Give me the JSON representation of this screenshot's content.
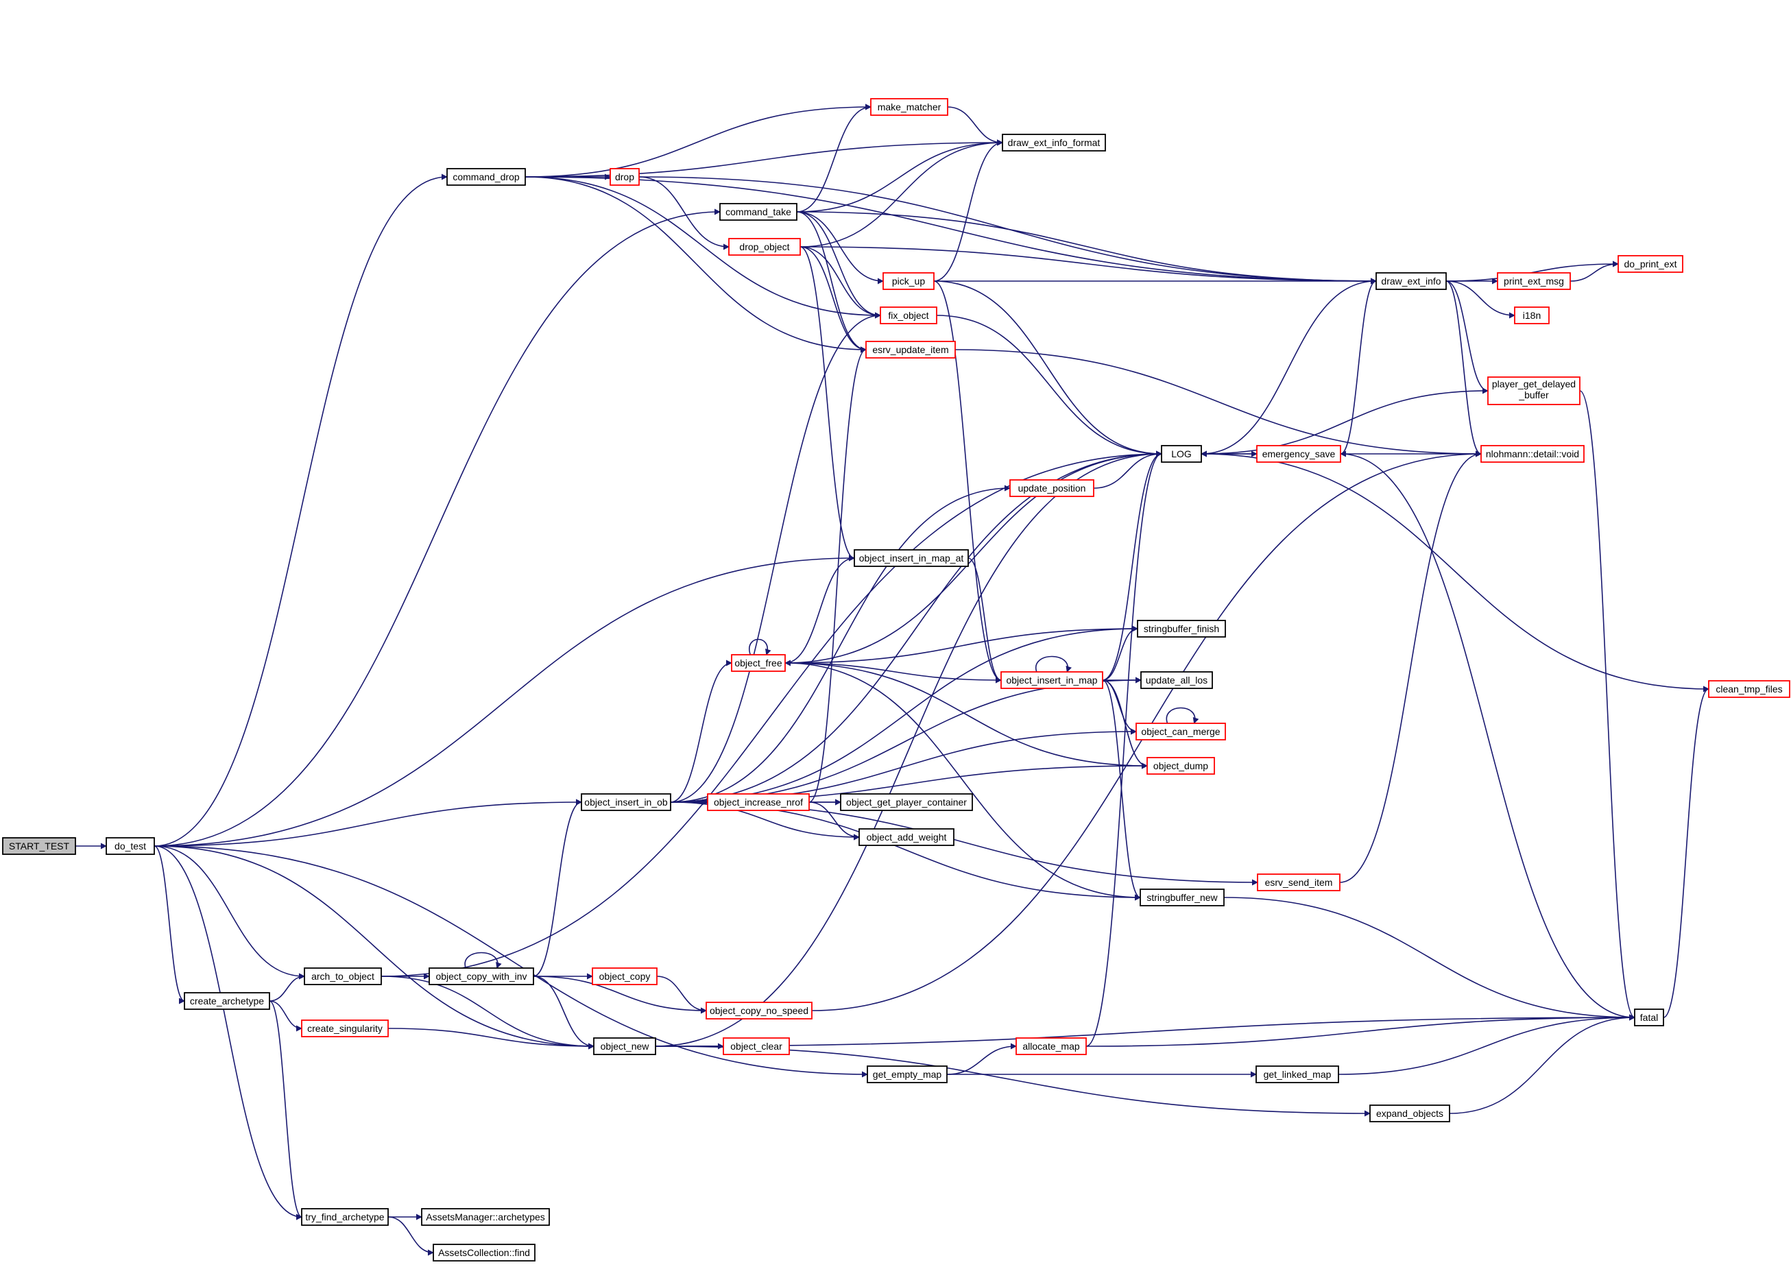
{
  "graph": {
    "arrow_color": "#191970",
    "nodes": [
      {
        "id": "start_test",
        "label": "START_TEST",
        "border": "black",
        "fill": "#bfbfbf"
      },
      {
        "id": "do_test",
        "label": "do_test",
        "border": "black"
      },
      {
        "id": "command_drop",
        "label": "command_drop",
        "border": "black"
      },
      {
        "id": "drop",
        "label": "drop",
        "border": "red"
      },
      {
        "id": "make_matcher",
        "label": "make_matcher",
        "border": "red"
      },
      {
        "id": "draw_ext_info_format",
        "label": "draw_ext_info_format",
        "border": "black"
      },
      {
        "id": "command_take",
        "label": "command_take",
        "border": "black"
      },
      {
        "id": "drop_object",
        "label": "drop_object",
        "border": "red"
      },
      {
        "id": "pick_up",
        "label": "pick_up",
        "border": "red"
      },
      {
        "id": "fix_object",
        "label": "fix_object",
        "border": "red"
      },
      {
        "id": "esrv_update_item",
        "label": "esrv_update_item",
        "border": "red"
      },
      {
        "id": "draw_ext_info",
        "label": "draw_ext_info",
        "border": "black"
      },
      {
        "id": "print_ext_msg",
        "label": "print_ext_msg",
        "border": "red"
      },
      {
        "id": "do_print_ext",
        "label": "do_print_ext",
        "border": "red"
      },
      {
        "id": "i18n",
        "label": "i18n",
        "border": "red"
      },
      {
        "id": "player_get_delayed_buffer",
        "label": "player_get_delayed\n_buffer",
        "border": "red"
      },
      {
        "id": "log",
        "label": "LOG",
        "border": "black"
      },
      {
        "id": "emergency_save",
        "label": "emergency_save",
        "border": "red"
      },
      {
        "id": "nlohmann_void",
        "label": "nlohmann::detail::void",
        "border": "red"
      },
      {
        "id": "update_position",
        "label": "update_position",
        "border": "red"
      },
      {
        "id": "object_insert_in_map_at",
        "label": "object_insert_in_map_at",
        "border": "black"
      },
      {
        "id": "stringbuffer_finish",
        "label": "stringbuffer_finish",
        "border": "black"
      },
      {
        "id": "object_free",
        "label": "object_free",
        "border": "red"
      },
      {
        "id": "object_insert_in_map",
        "label": "object_insert_in_map",
        "border": "red"
      },
      {
        "id": "update_all_los",
        "label": "update_all_los",
        "border": "black"
      },
      {
        "id": "object_can_merge",
        "label": "object_can_merge",
        "border": "red"
      },
      {
        "id": "object_dump",
        "label": "object_dump",
        "border": "red"
      },
      {
        "id": "clean_tmp_files",
        "label": "clean_tmp_files",
        "border": "red"
      },
      {
        "id": "object_insert_in_ob",
        "label": "object_insert_in_ob",
        "border": "black"
      },
      {
        "id": "object_increase_nrof",
        "label": "object_increase_nrof",
        "border": "red"
      },
      {
        "id": "object_get_player_container",
        "label": "object_get_player_container",
        "border": "black"
      },
      {
        "id": "object_add_weight",
        "label": "object_add_weight",
        "border": "black"
      },
      {
        "id": "esrv_send_item",
        "label": "esrv_send_item",
        "border": "red"
      },
      {
        "id": "stringbuffer_new",
        "label": "stringbuffer_new",
        "border": "black"
      },
      {
        "id": "arch_to_object",
        "label": "arch_to_object",
        "border": "black"
      },
      {
        "id": "object_copy_with_inv",
        "label": "object_copy_with_inv",
        "border": "black"
      },
      {
        "id": "object_copy",
        "label": "object_copy",
        "border": "red"
      },
      {
        "id": "object_copy_no_speed",
        "label": "object_copy_no_speed",
        "border": "red"
      },
      {
        "id": "create_archetype",
        "label": "create_archetype",
        "border": "black"
      },
      {
        "id": "create_singularity",
        "label": "create_singularity",
        "border": "red"
      },
      {
        "id": "object_new",
        "label": "object_new",
        "border": "black"
      },
      {
        "id": "object_clear",
        "label": "object_clear",
        "border": "red"
      },
      {
        "id": "fatal",
        "label": "fatal",
        "border": "black"
      },
      {
        "id": "allocate_map",
        "label": "allocate_map",
        "border": "red"
      },
      {
        "id": "get_empty_map",
        "label": "get_empty_map",
        "border": "black"
      },
      {
        "id": "get_linked_map",
        "label": "get_linked_map",
        "border": "black"
      },
      {
        "id": "expand_objects",
        "label": "expand_objects",
        "border": "black"
      },
      {
        "id": "try_find_archetype",
        "label": "try_find_archetype",
        "border": "black"
      },
      {
        "id": "assets_manager_archetypes",
        "label": "AssetsManager::archetypes",
        "border": "black"
      },
      {
        "id": "assets_collection_find",
        "label": "AssetsCollection::find",
        "border": "black"
      }
    ],
    "edges": [
      [
        "start_test",
        "do_test"
      ],
      [
        "do_test",
        "command_drop"
      ],
      [
        "do_test",
        "command_take"
      ],
      [
        "do_test",
        "object_insert_in_map_at"
      ],
      [
        "do_test",
        "object_insert_in_ob"
      ],
      [
        "do_test",
        "arch_to_object"
      ],
      [
        "do_test",
        "create_archetype"
      ],
      [
        "do_test",
        "object_new"
      ],
      [
        "do_test",
        "get_empty_map"
      ],
      [
        "do_test",
        "try_find_archetype"
      ],
      [
        "command_drop",
        "drop"
      ],
      [
        "command_drop",
        "make_matcher"
      ],
      [
        "command_drop",
        "draw_ext_info_format"
      ],
      [
        "command_drop",
        "draw_ext_info"
      ],
      [
        "command_drop",
        "fix_object"
      ],
      [
        "command_drop",
        "esrv_update_item"
      ],
      [
        "drop",
        "draw_ext_info"
      ],
      [
        "drop",
        "drop_object"
      ],
      [
        "make_matcher",
        "draw_ext_info_format"
      ],
      [
        "command_take",
        "make_matcher"
      ],
      [
        "command_take",
        "draw_ext_info_format"
      ],
      [
        "command_take",
        "draw_ext_info"
      ],
      [
        "command_take",
        "pick_up"
      ],
      [
        "command_take",
        "fix_object"
      ],
      [
        "command_take",
        "esrv_update_item"
      ],
      [
        "drop_object",
        "draw_ext_info_format"
      ],
      [
        "drop_object",
        "draw_ext_info"
      ],
      [
        "drop_object",
        "fix_object"
      ],
      [
        "drop_object",
        "esrv_update_item"
      ],
      [
        "drop_object",
        "object_insert_in_map_at"
      ],
      [
        "pick_up",
        "draw_ext_info_format"
      ],
      [
        "pick_up",
        "draw_ext_info"
      ],
      [
        "pick_up",
        "log"
      ],
      [
        "pick_up",
        "object_insert_in_map"
      ],
      [
        "fix_object",
        "log"
      ],
      [
        "esrv_update_item",
        "nlohmann_void"
      ],
      [
        "draw_ext_info",
        "print_ext_msg"
      ],
      [
        "draw_ext_info",
        "do_print_ext"
      ],
      [
        "draw_ext_info",
        "i18n"
      ],
      [
        "draw_ext_info",
        "player_get_delayed_buffer"
      ],
      [
        "draw_ext_info",
        "log"
      ],
      [
        "draw_ext_info",
        "nlohmann_void"
      ],
      [
        "print_ext_msg",
        "do_print_ext"
      ],
      [
        "player_get_delayed_buffer",
        "log"
      ],
      [
        "player_get_delayed_buffer",
        "fatal"
      ],
      [
        "log",
        "emergency_save"
      ],
      [
        "log",
        "clean_tmp_files"
      ],
      [
        "emergency_save",
        "log"
      ],
      [
        "emergency_save",
        "draw_ext_info"
      ],
      [
        "emergency_save",
        "nlohmann_void"
      ],
      [
        "update_position",
        "log"
      ],
      [
        "object_insert_in_map_at",
        "object_insert_in_map"
      ],
      [
        "object_free",
        "object_free"
      ],
      [
        "object_free",
        "object_insert_in_map_at"
      ],
      [
        "object_free",
        "log"
      ],
      [
        "object_free",
        "stringbuffer_finish"
      ],
      [
        "object_free",
        "object_dump"
      ],
      [
        "object_free",
        "stringbuffer_new"
      ],
      [
        "object_insert_in_map",
        "object_insert_in_map"
      ],
      [
        "object_insert_in_map",
        "object_free"
      ],
      [
        "object_insert_in_map",
        "log"
      ],
      [
        "object_insert_in_map",
        "stringbuffer_finish"
      ],
      [
        "object_insert_in_map",
        "update_all_los"
      ],
      [
        "object_insert_in_map",
        "object_can_merge"
      ],
      [
        "object_insert_in_map",
        "object_dump"
      ],
      [
        "object_insert_in_map",
        "stringbuffer_new"
      ],
      [
        "object_can_merge",
        "object_can_merge"
      ],
      [
        "object_insert_in_ob",
        "fix_object"
      ],
      [
        "object_insert_in_ob",
        "log"
      ],
      [
        "object_insert_in_ob",
        "update_position"
      ],
      [
        "object_insert_in_ob",
        "stringbuffer_finish"
      ],
      [
        "object_insert_in_ob",
        "object_free"
      ],
      [
        "object_insert_in_ob",
        "object_increase_nrof"
      ],
      [
        "object_insert_in_ob",
        "object_get_player_container"
      ],
      [
        "object_insert_in_ob",
        "object_add_weight"
      ],
      [
        "object_insert_in_ob",
        "object_can_merge"
      ],
      [
        "object_insert_in_ob",
        "object_dump"
      ],
      [
        "object_insert_in_ob",
        "stringbuffer_new"
      ],
      [
        "object_insert_in_ob",
        "esrv_send_item"
      ],
      [
        "object_insert_in_ob",
        "update_all_los"
      ],
      [
        "object_increase_nrof",
        "esrv_update_item"
      ],
      [
        "object_increase_nrof",
        "object_get_player_container"
      ],
      [
        "object_increase_nrof",
        "object_add_weight"
      ],
      [
        "esrv_send_item",
        "nlohmann_void"
      ],
      [
        "stringbuffer_new",
        "fatal"
      ],
      [
        "arch_to_object",
        "object_copy_with_inv"
      ],
      [
        "arch_to_object",
        "object_new"
      ],
      [
        "arch_to_object",
        "log"
      ],
      [
        "object_copy_with_inv",
        "object_copy_with_inv"
      ],
      [
        "object_copy_with_inv",
        "object_insert_in_ob"
      ],
      [
        "object_copy_with_inv",
        "object_copy"
      ],
      [
        "object_copy_with_inv",
        "object_copy_no_speed"
      ],
      [
        "object_copy_with_inv",
        "object_new"
      ],
      [
        "object_copy",
        "object_copy_no_speed"
      ],
      [
        "object_copy_no_speed",
        "nlohmann_void"
      ],
      [
        "create_archetype",
        "arch_to_object"
      ],
      [
        "create_archetype",
        "create_singularity"
      ],
      [
        "create_archetype",
        "try_find_archetype"
      ],
      [
        "create_singularity",
        "object_new"
      ],
      [
        "object_new",
        "object_clear"
      ],
      [
        "object_new",
        "log"
      ],
      [
        "object_new",
        "expand_objects"
      ],
      [
        "object_new",
        "fatal"
      ],
      [
        "fatal",
        "emergency_save"
      ],
      [
        "fatal",
        "clean_tmp_files"
      ],
      [
        "allocate_map",
        "log"
      ],
      [
        "allocate_map",
        "fatal"
      ],
      [
        "get_empty_map",
        "allocate_map"
      ],
      [
        "get_empty_map",
        "get_linked_map"
      ],
      [
        "get_linked_map",
        "fatal"
      ],
      [
        "expand_objects",
        "fatal"
      ],
      [
        "try_find_archetype",
        "assets_manager_archetypes"
      ],
      [
        "try_find_archetype",
        "assets_collection_find"
      ]
    ]
  }
}
